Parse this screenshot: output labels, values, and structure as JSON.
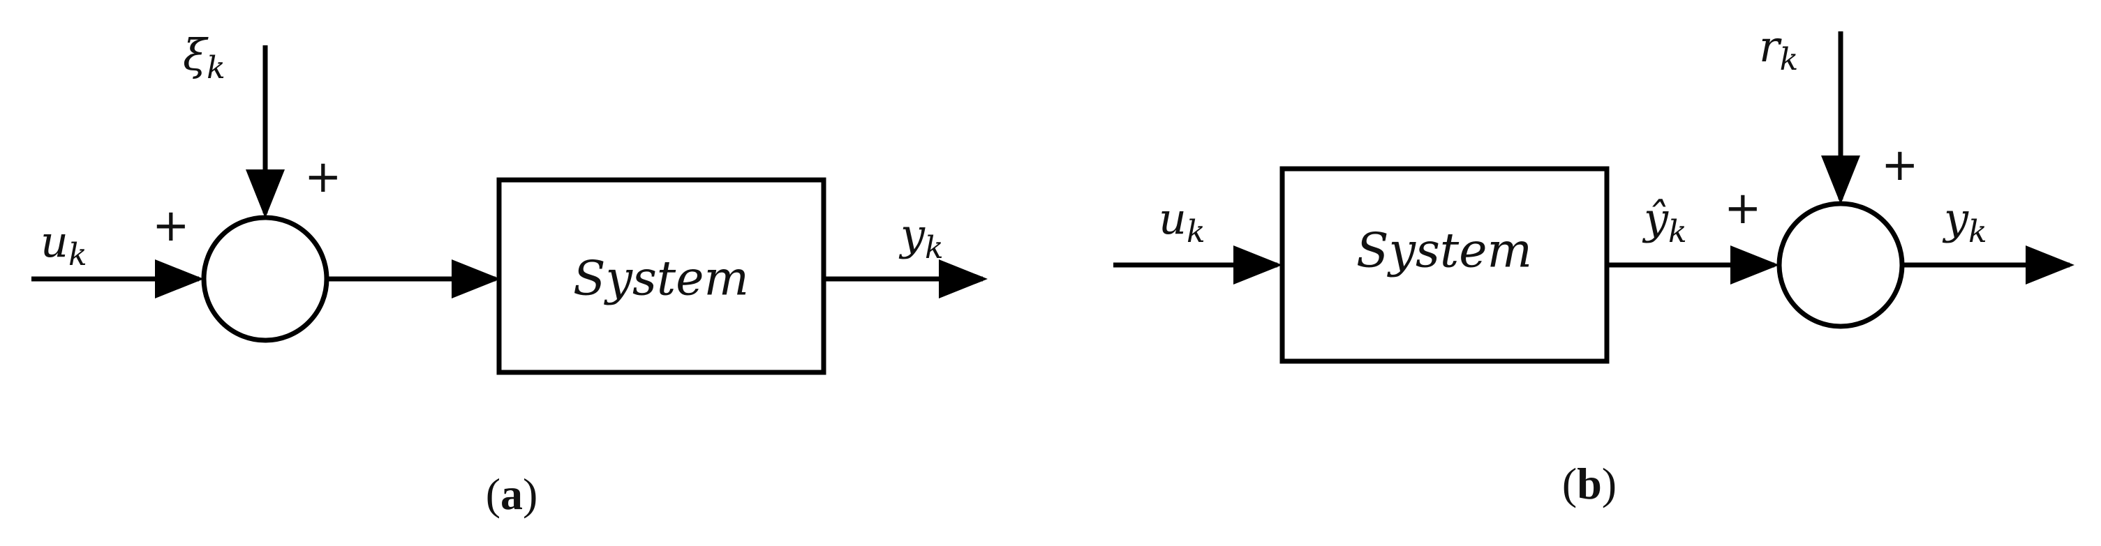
{
  "figure": {
    "panel_a": {
      "caption_open": "(",
      "caption_letter": "a",
      "caption_close": ")",
      "input_label_base": "u",
      "input_label_sub": "k",
      "noise_label_base": "ξ",
      "noise_label_sub": "k",
      "plus_left": "+",
      "plus_top": "+",
      "block_label": "System",
      "output_label_base": "y",
      "output_label_sub": "k"
    },
    "panel_b": {
      "caption_open": "(",
      "caption_letter": "b",
      "caption_close": ")",
      "input_label_base": "u",
      "input_label_sub": "k",
      "block_label": "System",
      "intermediate_label_base": "ŷ",
      "intermediate_label_sub": "k",
      "plus_left": "+",
      "plus_top": "+",
      "noise_label_base": "r",
      "noise_label_sub": "k",
      "output_label_base": "y",
      "output_label_sub": "k"
    }
  }
}
